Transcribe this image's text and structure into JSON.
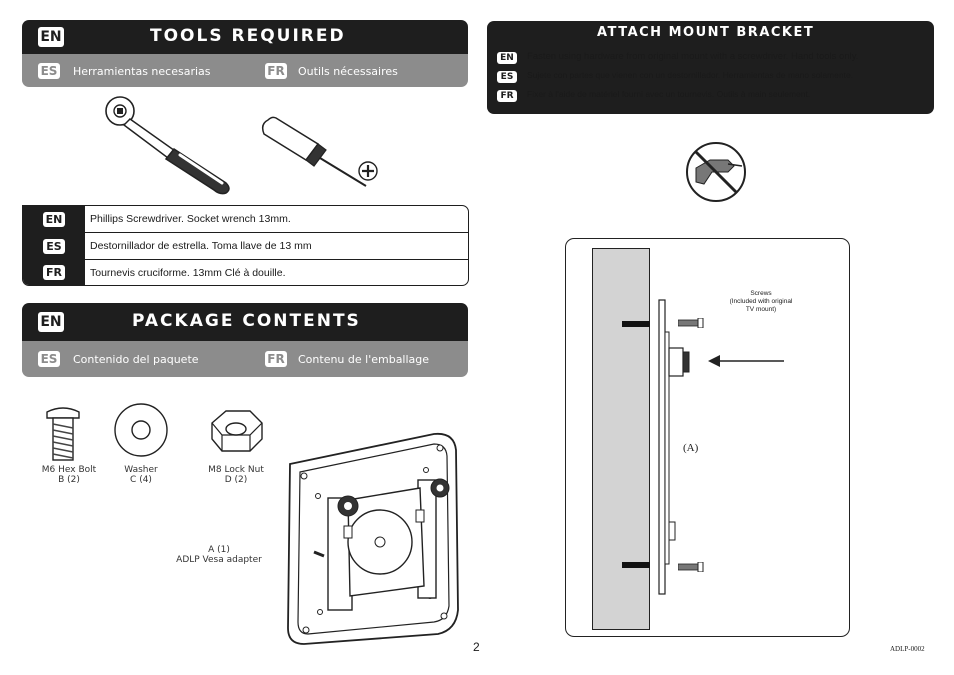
{
  "tools": {
    "badge": "EN",
    "title": "TOOLS REQUIRED",
    "es_badge": "ES",
    "es_label": "Herramientas necesarias",
    "fr_badge": "FR",
    "fr_label": "Outils nécessaires",
    "rows": [
      {
        "badge": "EN",
        "text": "Phillips Screwdriver.  Socket wrench 13mm."
      },
      {
        "badge": "ES",
        "text": "Destornillador de estrella.  Toma llave de 13 mm"
      },
      {
        "badge": "FR",
        "text": "Tournevis cruciforme.  13mm Clé à douille."
      }
    ]
  },
  "package": {
    "badge": "EN",
    "title": "PACKAGE CONTENTS",
    "es_badge": "ES",
    "es_label": "Contenido del paquete",
    "fr_badge": "FR",
    "fr_label": "Contenu de l'emballage",
    "items": {
      "bolt": {
        "name": "M6 Hex Bolt",
        "qty": "B (2)"
      },
      "washer": {
        "name": "Washer",
        "qty": "C (4)"
      },
      "nut": {
        "name": "M8 Lock Nut",
        "qty": "D (2)"
      },
      "adapter": {
        "name": "A (1)",
        "qty": "ADLP Vesa adapter"
      }
    }
  },
  "attach": {
    "title": "ATTACH MOUNT BRACKET",
    "rows": [
      {
        "badge": "EN",
        "text": "Fasten using hardware from original mount with a screwdriver.   Hand tools only."
      },
      {
        "badge": "ES",
        "text": "Sujete con partes que vienen con un destornillador. Herramientas de mano solamente."
      },
      {
        "badge": "FR",
        "text": "Fixer à l'aide de matériel fourni avec un tournevis. Outils à main seulement."
      }
    ]
  },
  "diagram": {
    "screws_label_1": "Screws",
    "screws_label_2": "(Included with original",
    "screws_label_3": "TV mount)",
    "part_label": "(A)"
  },
  "footer": {
    "page_number": "2",
    "code": "ADLP-0002"
  }
}
